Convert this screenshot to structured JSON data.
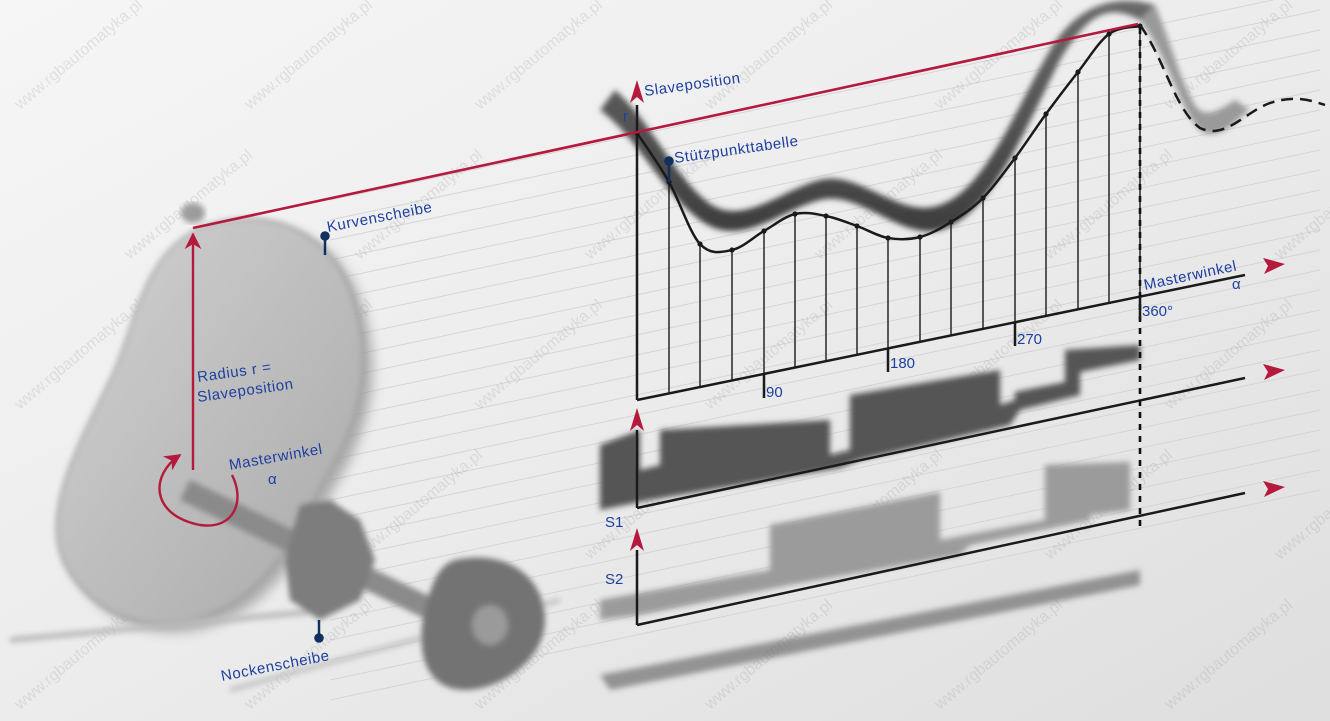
{
  "labels": {
    "slaveposition": "Slaveposition",
    "r_axis": "r",
    "stuetzpunkttabelle": "Stützpunkttabelle",
    "kurvenscheibe": "Kurvenscheibe",
    "radius_line1": "Radius r =",
    "radius_line2": "Slaveposition",
    "masterwinkel_cam": "Masterwinkel",
    "alpha_cam": "α",
    "masterwinkel_axis": "Masterwinkel",
    "alpha_axis": "α",
    "s1": "S1",
    "s2": "S2",
    "nockenscheibe": "Nockenscheibe"
  },
  "axis_ticks": [
    "90",
    "180",
    "270",
    "360°"
  ],
  "watermark": "www.rgbautomatyka.pl",
  "colors": {
    "guide_red": "#b5193c",
    "label_blue": "#1d3fa0",
    "dark_marker": "#12305e",
    "band_dark": "#4a4a4a"
  }
}
